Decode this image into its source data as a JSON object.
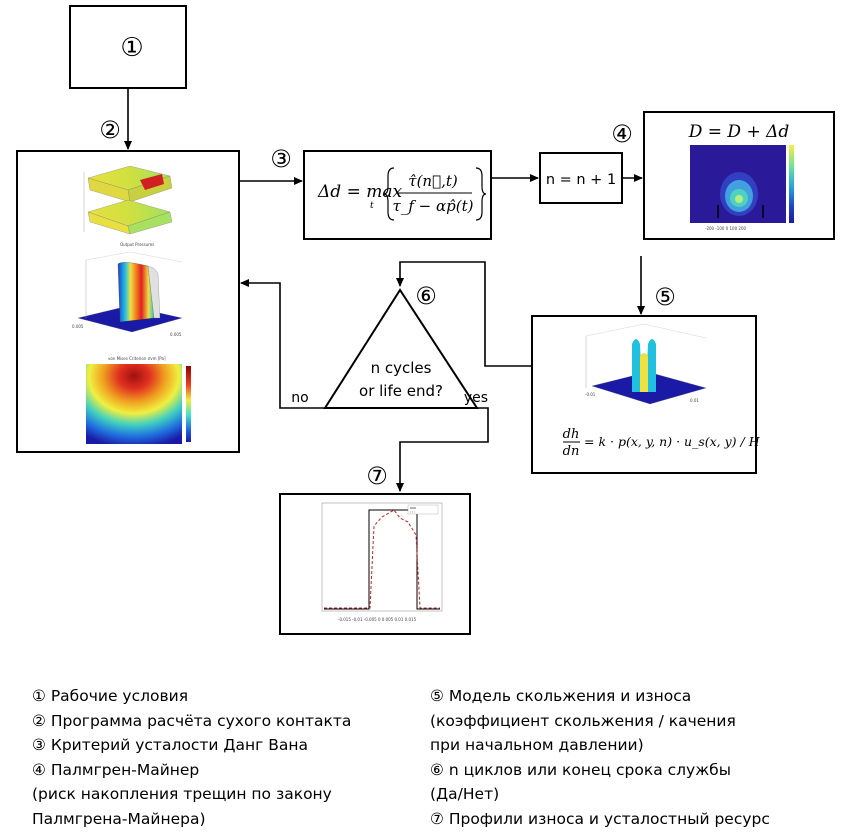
{
  "steps": {
    "s1": "①",
    "s2": "②",
    "s3": "③",
    "s4": "④",
    "s5": "⑤",
    "s6": "⑥",
    "s7": "⑦"
  },
  "decision": {
    "line1": "n cycles",
    "line2": "or life end?",
    "no": "no",
    "yes": "yes"
  },
  "counter": {
    "label": "n = n + 1"
  },
  "formulas": {
    "damage_update": "D = D + Δd",
    "fatigue_criterion": {
      "lhs": "Δd = max",
      "sub": "t",
      "numerator": "τ̂(n⃗,t)",
      "denominator": "τ_f − αp̂(t)"
    },
    "wear_law": {
      "lhs_num": "dh",
      "lhs_den": "dn",
      "rhs": "= k · p(x, y, n) · u_s(x, y) / H"
    }
  },
  "legend": {
    "left": [
      {
        "text": "① Рабочие условия"
      },
      {
        "text": "② Программа расчёта сухого контакта"
      },
      {
        "text": "③ Критерий усталости Данг Вана"
      },
      {
        "text": "④ Палмгрен-Майнер\n    (риск накопления трещин по закону\n    Палмгрена-Майнера)"
      }
    ],
    "right": [
      {
        "text": "⑤ Модель скольжения и износа\n    (коэффициент скольжения / качения\n    при начальном давлении)"
      },
      {
        "text": "⑥ n циклов или конец срока службы\n    (Да/Нет)"
      },
      {
        "text": "⑦ Профили износа и усталостный ресурс"
      }
    ]
  },
  "colors": {
    "stroke": "#000000",
    "jet_dark_blue": "#1a1aa6",
    "jet_red": "#d42020",
    "curve_black": "#000000",
    "curve_red_dashed": "#cc2020"
  },
  "icons": {
    "surface_plot": "3d-surface-plot-icon",
    "heatmap": "jet-heatmap-icon",
    "contour": "damage-contour-icon",
    "wear_plot": "3d-wear-plot-icon",
    "profile_plot": "profile-line-plot-icon"
  }
}
